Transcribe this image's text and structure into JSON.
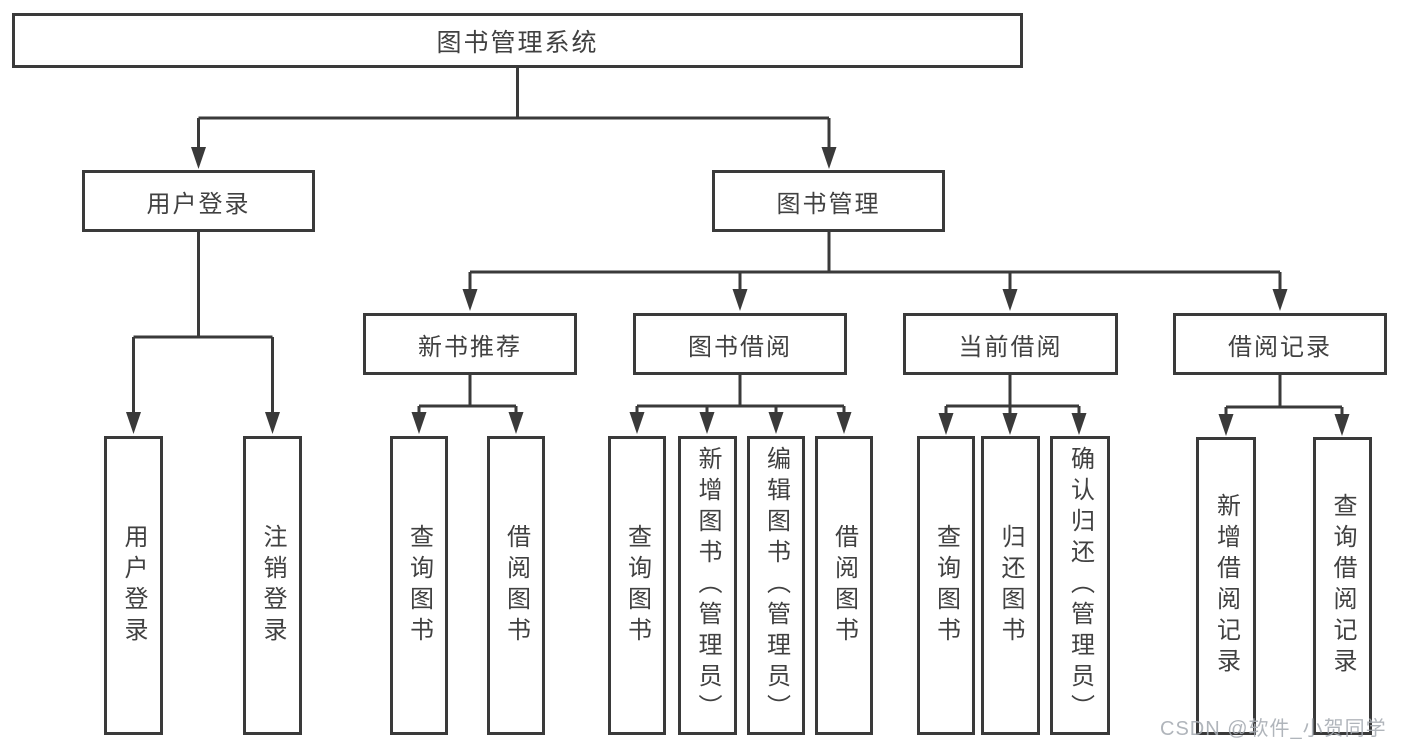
{
  "nodes": {
    "root": "图书管理系统",
    "level2": [
      {
        "label": "用户登录"
      },
      {
        "label": "图书管理"
      }
    ],
    "level3": [
      {
        "label": "新书推荐"
      },
      {
        "label": "图书借阅"
      },
      {
        "label": "当前借阅"
      },
      {
        "label": "借阅记录"
      }
    ],
    "leaves": [
      {
        "label": "用户登录"
      },
      {
        "label": "注销登录"
      },
      {
        "label": "查询图书"
      },
      {
        "label": "借阅图书"
      },
      {
        "label": "查询图书"
      },
      {
        "label": "新增图书（管理员）"
      },
      {
        "label": "编辑图书（管理员）"
      },
      {
        "label": "借阅图书"
      },
      {
        "label": "查询图书"
      },
      {
        "label": "归还图书"
      },
      {
        "label": "确认归还（管理员）"
      },
      {
        "label": "新增借阅记录"
      },
      {
        "label": "查询借阅记录"
      }
    ]
  },
  "watermark": {
    "text": "CSDN @软件_小贺同学"
  },
  "colors": {
    "line": "#3a3a3a",
    "text": "#414141",
    "background": "#ffffff",
    "watermark": "#a6abb2"
  }
}
